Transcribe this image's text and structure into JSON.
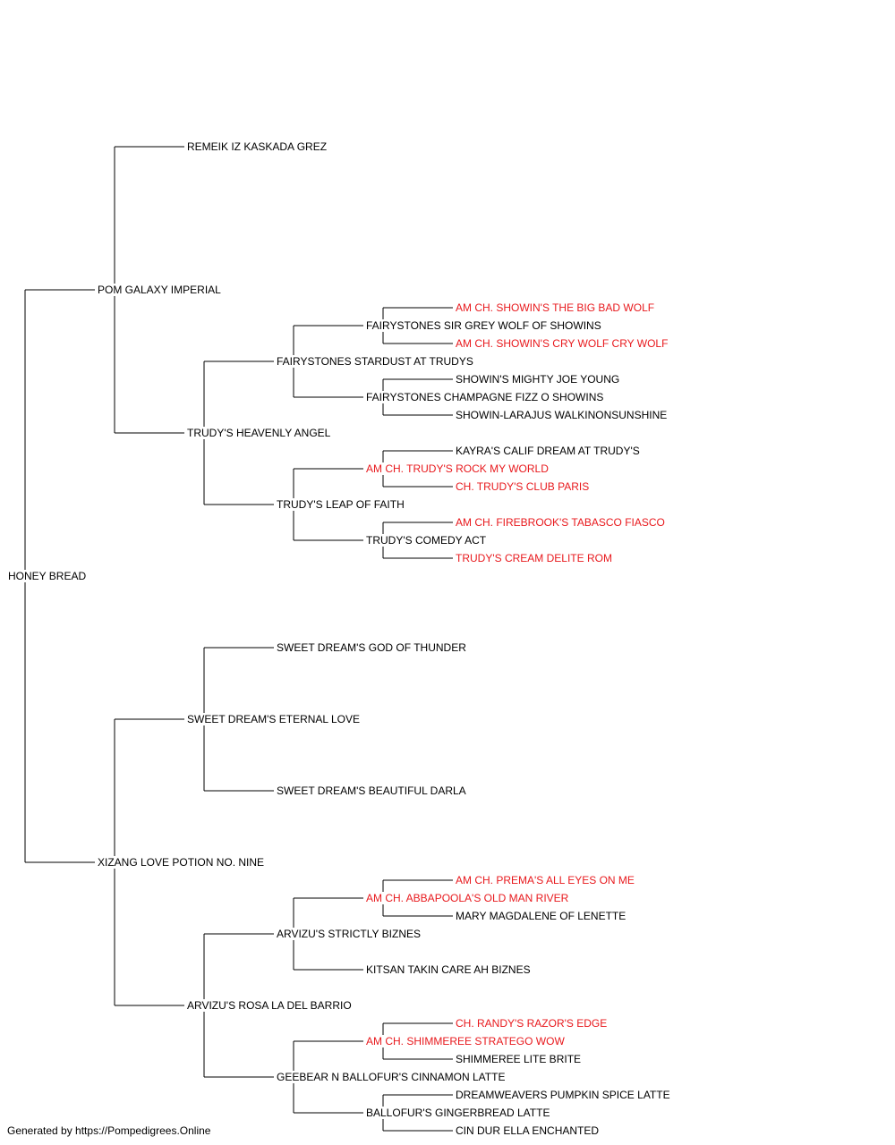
{
  "colors": {
    "line": "#000000",
    "name": "#000000",
    "champion": "#e8191d",
    "background": "#ffffff"
  },
  "pedigree": {
    "name": "HONEY BREAD",
    "sire": {
      "name": "POM GALAXY IMPERIAL",
      "sire": {
        "name": "REMEIK IZ KASKADA GREZ"
      },
      "dam": {
        "name": "TRUDY'S HEAVENLY ANGEL",
        "sire": {
          "name": "FAIRYSTONES STARDUST AT TRUDYS",
          "sire": {
            "name": "FAIRYSTONES SIR GREY WOLF OF SHOWINS",
            "sire": {
              "name": "AM CH. SHOWIN'S THE BIG BAD WOLF",
              "champion": true
            },
            "dam": {
              "name": "AM CH. SHOWIN'S CRY WOLF CRY WOLF",
              "champion": true
            }
          },
          "dam": {
            "name": "FAIRYSTONES CHAMPAGNE FIZZ O SHOWINS",
            "sire": {
              "name": "SHOWIN'S MIGHTY JOE YOUNG"
            },
            "dam": {
              "name": "SHOWIN-LARAJUS WALKINONSUNSHINE"
            }
          }
        },
        "dam": {
          "name": "TRUDY'S LEAP OF FAITH",
          "sire": {
            "name": "AM CH. TRUDY'S ROCK MY WORLD",
            "champion": true,
            "sire": {
              "name": "KAYRA'S CALIF DREAM AT TRUDY'S"
            },
            "dam": {
              "name": "CH. TRUDY'S CLUB PARIS",
              "champion": true
            }
          },
          "dam": {
            "name": "TRUDY'S COMEDY ACT",
            "sire": {
              "name": "AM CH. FIREBROOK'S TABASCO FIASCO",
              "champion": true
            },
            "dam": {
              "name": "TRUDY'S CREAM DELITE ROM",
              "champion": true
            }
          }
        }
      }
    },
    "dam": {
      "name": "XIZANG LOVE POTION NO. NINE",
      "sire": {
        "name": "SWEET DREAM'S ETERNAL LOVE",
        "sire": {
          "name": "SWEET DREAM'S GOD OF THUNDER"
        },
        "dam": {
          "name": "SWEET DREAM'S BEAUTIFUL DARLA"
        }
      },
      "dam": {
        "name": "ARVIZU'S ROSA LA DEL BARRIO",
        "sire": {
          "name": "ARVIZU'S STRICTLY BIZNES",
          "sire": {
            "name": "AM CH. ABBAPOOLA'S OLD MAN RIVER",
            "champion": true,
            "sire": {
              "name": "AM CH. PREMA'S ALL EYES ON ME",
              "champion": true
            },
            "dam": {
              "name": "MARY MAGDALENE OF LENETTE"
            }
          },
          "dam": {
            "name": "KITSAN TAKIN CARE AH BIZNES"
          }
        },
        "dam": {
          "name": "GEEBEAR N BALLOFUR'S CINNAMON LATTE",
          "sire": {
            "name": "AM CH. SHIMMEREE STRATEGO WOW",
            "champion": true,
            "sire": {
              "name": "CH. RANDY'S RAZOR'S EDGE",
              "champion": true
            },
            "dam": {
              "name": "SHIMMEREE LITE BRITE"
            }
          },
          "dam": {
            "name": "BALLOFUR'S GINGERBREAD LATTE",
            "sire": {
              "name": "DREAMWEAVERS PUMPKIN SPICE LATTE"
            },
            "dam": {
              "name": "CIN DUR ELLA ENCHANTED"
            }
          }
        }
      }
    }
  },
  "footer": {
    "text": "Generated by https://Pompedigrees.Online"
  }
}
